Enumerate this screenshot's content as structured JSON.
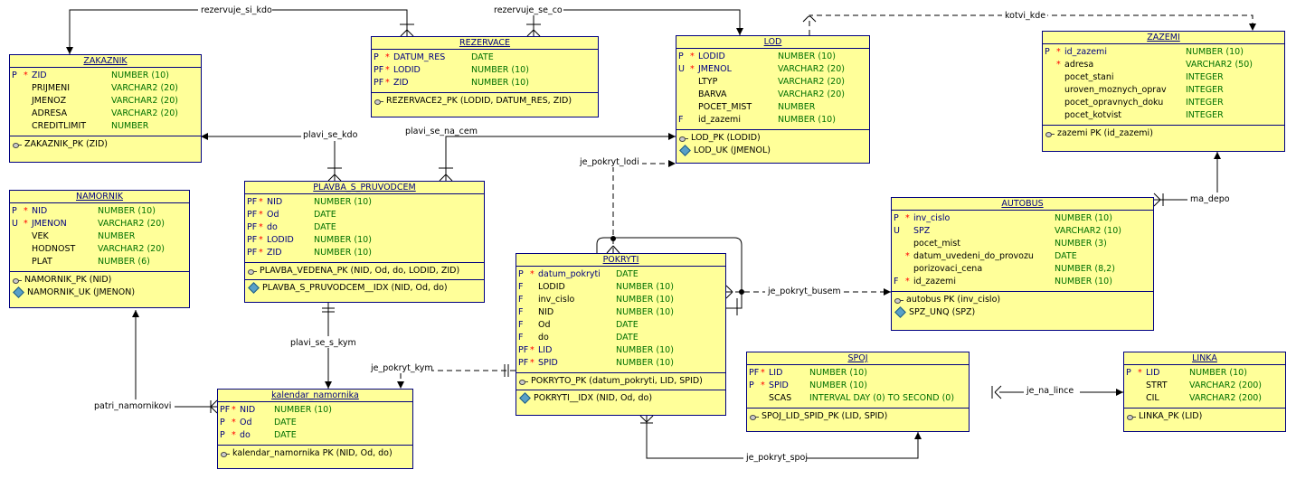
{
  "relationships": {
    "rezervuje_si_kdo": "rezervuje_si_kdo",
    "rezervuje_se_co": "rezervuje_se_co",
    "kotvi_kde": "kotvi_kde",
    "plavi_se_kdo": "plavi_se_kdo",
    "plavi_se_na_cem": "plavi_se_na_cem",
    "je_pokryt_lodi": "je_pokryt_lodi",
    "ma_depo": "ma_depo",
    "je_pokryt_busem": "je_pokryt_busem",
    "plavi_se_s_kym": "plavi_se_s_kym",
    "je_pokryt_kym": "je_pokryt_kym",
    "patri_namornikovi": "patri_namornikovi",
    "je_na_lince": "je_na_lince",
    "je_pokryt_spoj": "je_pokryt_spoj"
  },
  "colors": {
    "entity_fill": "#ffff99",
    "entity_border": "#000080",
    "type_text": "#007000",
    "mandatory_mark": "#ff0000"
  },
  "entities": {
    "zakaznik": {
      "title": "ZAKAZNIK",
      "columns": [
        {
          "flag": "P",
          "mark": "*",
          "name": "ZID",
          "type": "NUMBER (10)",
          "key": true
        },
        {
          "flag": "",
          "mark": "",
          "name": "PRIJMENI",
          "type": "VARCHAR2 (20)",
          "key": false
        },
        {
          "flag": "",
          "mark": "",
          "name": "JMENOZ",
          "type": "VARCHAR2 (20)",
          "key": false
        },
        {
          "flag": "",
          "mark": "",
          "name": "ADRESA",
          "type": "VARCHAR2 (20)",
          "key": false
        },
        {
          "flag": "",
          "mark": "",
          "name": "CREDITLIMIT",
          "type": "NUMBER",
          "key": false
        }
      ],
      "keys": [
        {
          "icon": "pk-icon",
          "text": "ZAKAZNIK_PK (ZID)"
        }
      ]
    },
    "rezervace": {
      "title": "REZERVACE",
      "columns": [
        {
          "flag": "P",
          "mark": "*",
          "name": "DATUM_RES",
          "type": "DATE",
          "key": true
        },
        {
          "flag": "PF",
          "mark": "*",
          "name": "LODID",
          "type": "NUMBER (10)",
          "key": true
        },
        {
          "flag": "PF",
          "mark": "*",
          "name": "ZID",
          "type": "NUMBER (10)",
          "key": true
        }
      ],
      "keys": [
        {
          "icon": "pk-icon",
          "text": "REZERVACE2_PK (LODID, DATUM_RES, ZID)"
        }
      ]
    },
    "lod": {
      "title": "LOD",
      "columns": [
        {
          "flag": "P",
          "mark": "*",
          "name": "LODID",
          "type": "NUMBER (10)",
          "key": true
        },
        {
          "flag": "U",
          "mark": "*",
          "name": "JMENOL",
          "type": "VARCHAR2 (20)",
          "key": true
        },
        {
          "flag": "",
          "mark": "",
          "name": "LTYP",
          "type": "VARCHAR2 (20)",
          "key": false
        },
        {
          "flag": "",
          "mark": "",
          "name": "BARVA",
          "type": "VARCHAR2 (20)",
          "key": false
        },
        {
          "flag": "",
          "mark": "",
          "name": "POCET_MIST",
          "type": "NUMBER",
          "key": false
        },
        {
          "flag": "F",
          "mark": "",
          "name": "id_zazemi",
          "type": "NUMBER (10)",
          "key": false
        }
      ],
      "keys": [
        {
          "icon": "pk-icon",
          "text": "LOD_PK (LODID)"
        },
        {
          "icon": "uk-icon",
          "text": "LOD_UK (JMENOL)"
        }
      ]
    },
    "zazemi": {
      "title": "ZAZEMI",
      "columns": [
        {
          "flag": "P",
          "mark": "*",
          "name": "id_zazemi",
          "type": "NUMBER (10)",
          "key": true
        },
        {
          "flag": "",
          "mark": "*",
          "name": "adresa",
          "type": "VARCHAR2 (50)",
          "key": false
        },
        {
          "flag": "",
          "mark": "",
          "name": "pocet_stani",
          "type": "INTEGER",
          "key": false
        },
        {
          "flag": "",
          "mark": "",
          "name": "uroven_moznych_oprav",
          "type": "INTEGER",
          "key": false
        },
        {
          "flag": "",
          "mark": "",
          "name": "pocet_opravnych_doku",
          "type": "INTEGER",
          "key": false
        },
        {
          "flag": "",
          "mark": "",
          "name": "pocet_kotvist",
          "type": "INTEGER",
          "key": false
        }
      ],
      "keys": [
        {
          "icon": "pk-icon",
          "text": "zazemi PK (id_zazemi)"
        }
      ]
    },
    "namornik": {
      "title": "NAMORNIK",
      "columns": [
        {
          "flag": "P",
          "mark": "*",
          "name": "NID",
          "type": "NUMBER (10)",
          "key": true
        },
        {
          "flag": "U",
          "mark": "*",
          "name": "JMENON",
          "type": "VARCHAR2 (20)",
          "key": true
        },
        {
          "flag": "",
          "mark": "",
          "name": "VEK",
          "type": "NUMBER",
          "key": false
        },
        {
          "flag": "",
          "mark": "",
          "name": "HODNOST",
          "type": "VARCHAR2 (20)",
          "key": false
        },
        {
          "flag": "",
          "mark": "",
          "name": "PLAT",
          "type": "NUMBER (6)",
          "key": false
        }
      ],
      "keys": [
        {
          "icon": "pk-icon",
          "text": "NAMORNIK_PK (NID)"
        },
        {
          "icon": "uk-icon",
          "text": "NAMORNIK_UK (JMENON)"
        }
      ]
    },
    "plavba": {
      "title": "PLAVBA_S_PRUVODCEM",
      "columns": [
        {
          "flag": "PF",
          "mark": "*",
          "name": "NID",
          "type": "NUMBER (10)",
          "key": true
        },
        {
          "flag": "PF",
          "mark": "*",
          "name": "Od",
          "type": "DATE",
          "key": true
        },
        {
          "flag": "PF",
          "mark": "*",
          "name": "do",
          "type": "DATE",
          "key": true
        },
        {
          "flag": "PF",
          "mark": "*",
          "name": "LODID",
          "type": "NUMBER (10)",
          "key": true
        },
        {
          "flag": "PF",
          "mark": "*",
          "name": "ZID",
          "type": "NUMBER (10)",
          "key": true
        }
      ],
      "keys": [
        {
          "icon": "pk-icon",
          "text": "PLAVBA_VEDENA_PK (NID, Od, do, LODID, ZID)"
        }
      ],
      "indexes": [
        {
          "icon": "uk-icon",
          "text": "PLAVBA_S_PRUVODCEM__IDX (NID, Od, do)"
        }
      ]
    },
    "autobus": {
      "title": "AUTOBUS",
      "columns": [
        {
          "flag": "P",
          "mark": "*",
          "name": "inv_cislo",
          "type": "NUMBER (10)",
          "key": true
        },
        {
          "flag": "U",
          "mark": "",
          "name": "SPZ",
          "type": "VARCHAR2 (10)",
          "key": true
        },
        {
          "flag": "",
          "mark": "",
          "name": "pocet_mist",
          "type": "NUMBER (3)",
          "key": false
        },
        {
          "flag": "",
          "mark": "*",
          "name": "datum_uvedeni_do_provozu",
          "type": "DATE",
          "key": false
        },
        {
          "flag": "",
          "mark": "",
          "name": "porizovaci_cena",
          "type": "NUMBER (8,2)",
          "key": false
        },
        {
          "flag": "F",
          "mark": "*",
          "name": "id_zazemi",
          "type": "NUMBER (10)",
          "key": false
        }
      ],
      "keys": [
        {
          "icon": "pk-icon",
          "text": "autobus PK (inv_cislo)"
        },
        {
          "icon": "uk-icon",
          "text": "SPZ_UNQ (SPZ)"
        }
      ]
    },
    "pokryti": {
      "title": "POKRYTI",
      "columns": [
        {
          "flag": "P",
          "mark": "*",
          "name": "datum_pokryti",
          "type": "DATE",
          "key": true
        },
        {
          "flag": "F",
          "mark": "",
          "name": "LODID",
          "type": "NUMBER (10)",
          "key": false
        },
        {
          "flag": "F",
          "mark": "",
          "name": "inv_cislo",
          "type": "NUMBER (10)",
          "key": false
        },
        {
          "flag": "F",
          "mark": "",
          "name": "NID",
          "type": "NUMBER (10)",
          "key": false
        },
        {
          "flag": "F",
          "mark": "",
          "name": "Od",
          "type": "DATE",
          "key": false
        },
        {
          "flag": "F",
          "mark": "",
          "name": "do",
          "type": "DATE",
          "key": false
        },
        {
          "flag": "PF",
          "mark": "*",
          "name": "LID",
          "type": "NUMBER (10)",
          "key": true
        },
        {
          "flag": "PF",
          "mark": "*",
          "name": "SPID",
          "type": "NUMBER (10)",
          "key": true
        }
      ],
      "keys": [
        {
          "icon": "pk-icon",
          "text": "POKRYTO_PK (datum_pokryti, LID, SPID)"
        }
      ],
      "indexes": [
        {
          "icon": "uk-icon",
          "text": "POKRYTI__IDX (NID, Od, do)"
        }
      ]
    },
    "kalendar": {
      "title": "kalendar_namornika",
      "columns": [
        {
          "flag": "PF",
          "mark": "*",
          "name": "NID",
          "type": "NUMBER (10)",
          "key": true
        },
        {
          "flag": "P",
          "mark": "*",
          "name": "Od",
          "type": "DATE",
          "key": true
        },
        {
          "flag": "P",
          "mark": "*",
          "name": "do",
          "type": "DATE",
          "key": true
        }
      ],
      "keys": [
        {
          "icon": "pk-icon",
          "text": "kalendar_namornika PK (NID, Od, do)"
        }
      ]
    },
    "spoj": {
      "title": "SPOJ",
      "columns": [
        {
          "flag": "PF",
          "mark": "*",
          "name": "LID",
          "type": "NUMBER (10)",
          "key": true
        },
        {
          "flag": "P",
          "mark": "*",
          "name": "SPID",
          "type": "NUMBER (10)",
          "key": true
        },
        {
          "flag": "",
          "mark": "",
          "name": "SCAS",
          "type": "INTERVAL DAY (0) TO SECOND (0)",
          "key": false
        }
      ],
      "keys": [
        {
          "icon": "pk-icon",
          "text": "SPOJ_LID_SPID_PK (LID, SPID)"
        }
      ]
    },
    "linka": {
      "title": "LINKA",
      "columns": [
        {
          "flag": "P",
          "mark": "*",
          "name": "LID",
          "type": "NUMBER (10)",
          "key": true
        },
        {
          "flag": "",
          "mark": "",
          "name": "STRT",
          "type": "VARCHAR2 (200)",
          "key": false
        },
        {
          "flag": "",
          "mark": "",
          "name": "CIL",
          "type": "VARCHAR2 (200)",
          "key": false
        }
      ],
      "keys": [
        {
          "icon": "pk-icon",
          "text": "LINKA_PK (LID)"
        }
      ]
    }
  }
}
